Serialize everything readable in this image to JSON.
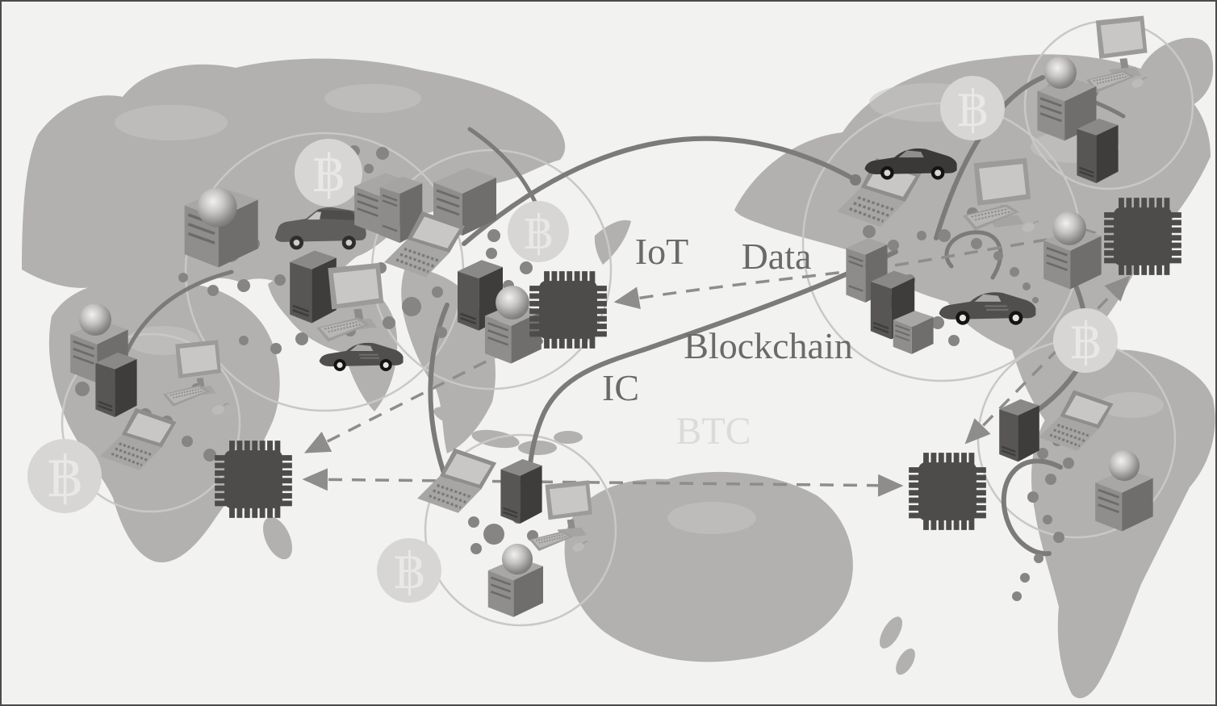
{
  "figure": {
    "type": "network-diagram",
    "description": "World map diagram of IoT device clusters exchanging data with integrated circuits over a blockchain with Bitcoin payments",
    "btc_glyph": "฿",
    "labels": {
      "iot": "IoT",
      "data": "Data",
      "blockchain": "Blockchain",
      "ic": "IC",
      "btc": "BTC"
    },
    "colors": {
      "background": "#f2f2f1",
      "land": "#b2b1b0",
      "solid_arc": "#7c7b7a",
      "dashed_arrow": "#8e8d8c",
      "chip": "#4d4c4b",
      "label_dark": "#6a6a69",
      "label_light": "#dcdbda",
      "btc_circle_fill": "#d7d6d5",
      "btc_glyph_fill": "#e9e8e7",
      "cluster_ring": "#c9c8c7",
      "dot": "#868584"
    },
    "clusters": [
      {
        "id": "northwest",
        "devices": [
          "server",
          "sphere",
          "suv",
          "tower-pc",
          "monitor",
          "keyboard",
          "sports-car"
        ],
        "bitcoin_badge": true
      },
      {
        "id": "north-central",
        "devices": [
          "server",
          "tower-pc",
          "laptop",
          "server-with-sphere"
        ],
        "bitcoin_badge": true
      },
      {
        "id": "west",
        "devices": [
          "sphere",
          "server",
          "tower-pc",
          "monitor",
          "keyboard",
          "mouse",
          "laptop"
        ],
        "bitcoin_badge": true
      },
      {
        "id": "south-central",
        "devices": [
          "laptop",
          "tower-pc",
          "monitor",
          "keyboard",
          "mouse",
          "sphere",
          "server"
        ],
        "bitcoin_badge": true
      },
      {
        "id": "east",
        "devices": [
          "car",
          "laptop",
          "monitor",
          "keyboard",
          "mouse",
          "tower-pc",
          "sports-car",
          "server-with-sphere"
        ],
        "bitcoin_badge": true
      },
      {
        "id": "northeast",
        "devices": [
          "monitor",
          "keyboard",
          "mouse",
          "sphere",
          "server",
          "tower-pc"
        ],
        "bitcoin_badge": true
      },
      {
        "id": "southeast",
        "devices": [
          "tower-pc",
          "laptop",
          "sphere",
          "server"
        ],
        "bitcoin_badge": true
      }
    ],
    "chips": [
      {
        "id": "chip-central"
      },
      {
        "id": "chip-west"
      },
      {
        "id": "chip-southeast"
      },
      {
        "id": "chip-east"
      }
    ],
    "connections": {
      "solid_arcs": "blockchain links between device clusters",
      "dashed_arrows": "IoT data flows into integrated circuits (IC)"
    }
  }
}
